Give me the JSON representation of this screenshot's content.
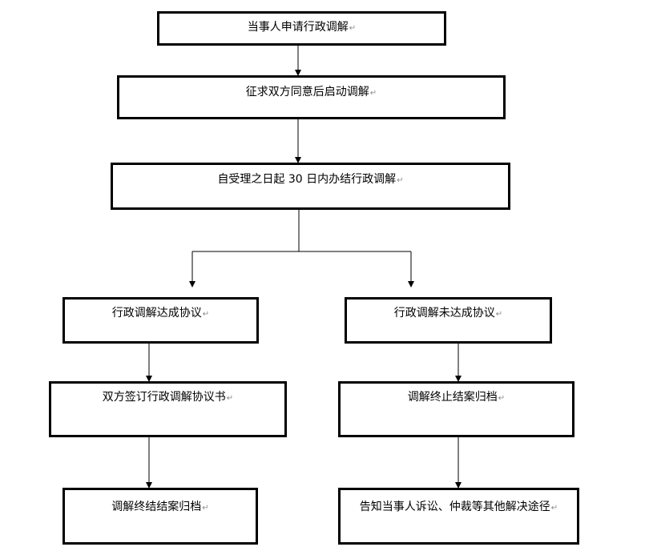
{
  "paragraph_mark": "↵",
  "nodes": {
    "apply": "当事人申请行政调解",
    "consent": "征求双方同意后启动调解",
    "deadline": "自受理之日起 30 日内办结行政调解",
    "agreed": "行政调解达成协议",
    "not_agreed": "行政调解未达成协议",
    "sign": "双方签订行政调解协议书",
    "terminate": "调解终止结案归档",
    "close": "调解终结结案归档",
    "notify": "告知当事人诉讼、仲裁等其他解决途径"
  }
}
